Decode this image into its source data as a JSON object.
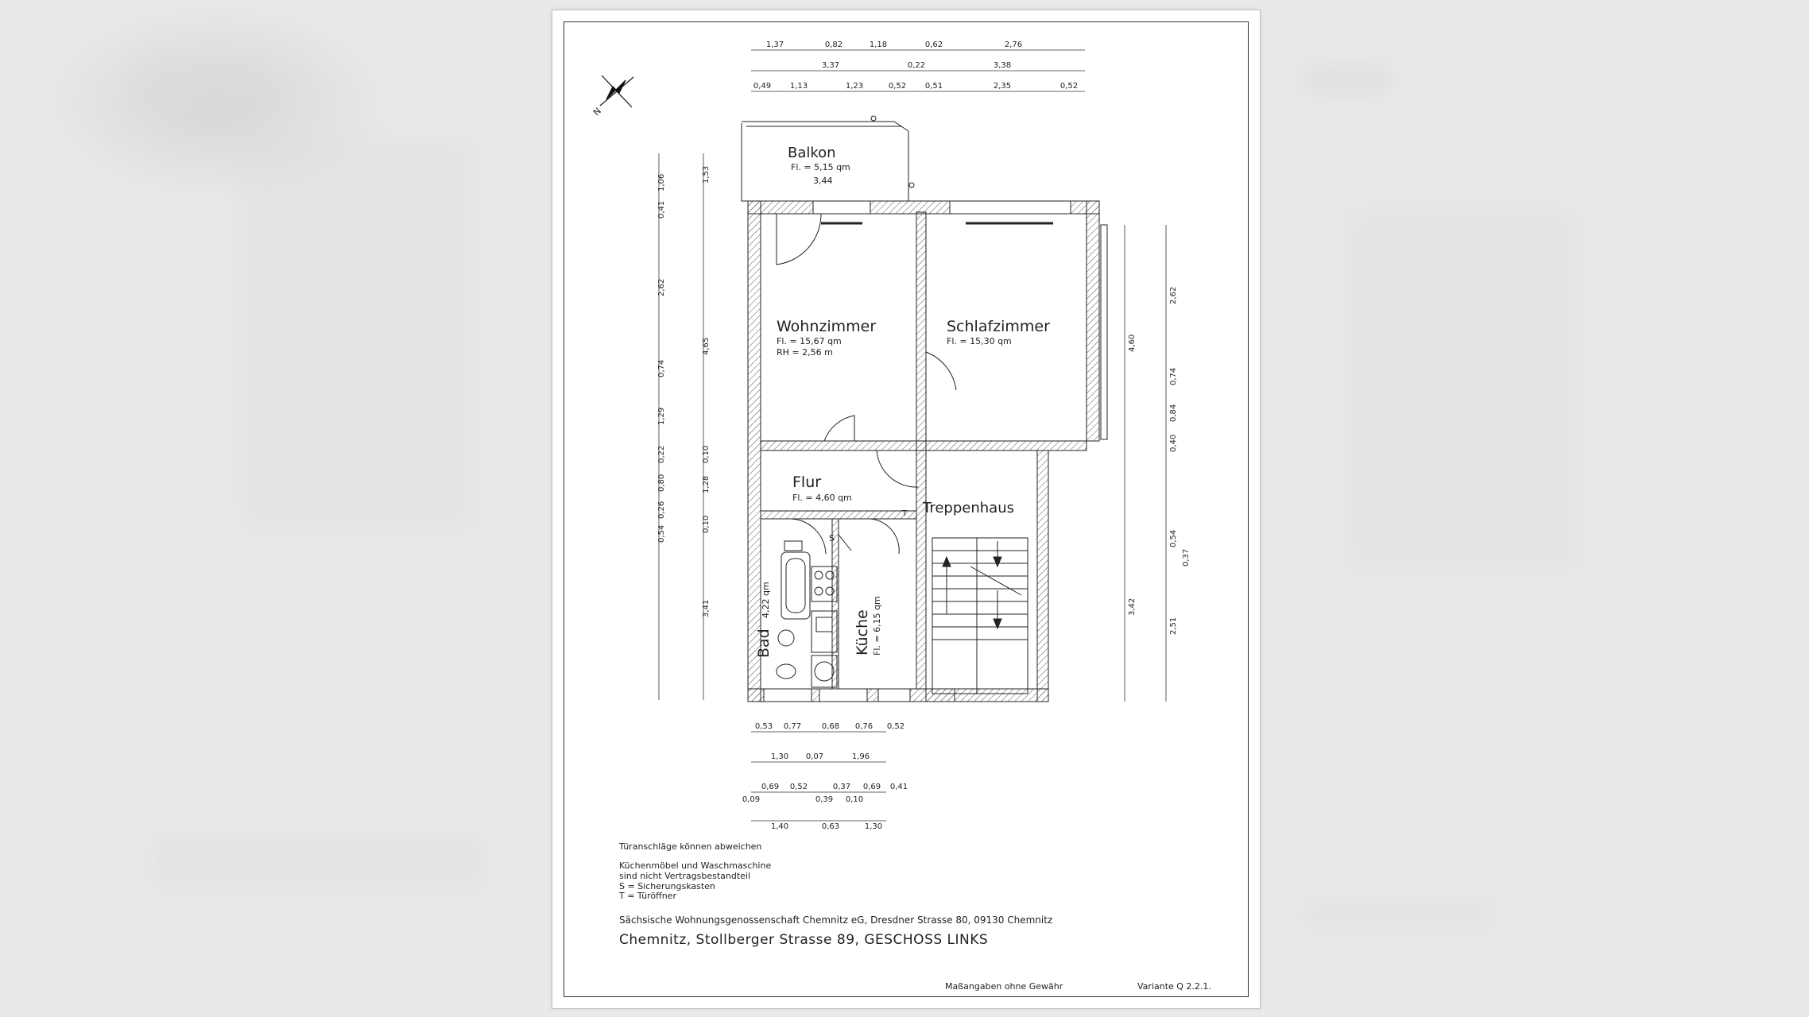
{
  "rooms": {
    "balkon": {
      "name": "Balkon",
      "area": "Fl. = 5,15 qm",
      "width": "3,44"
    },
    "wohnzimmer": {
      "name": "Wohnzimmer",
      "area": "Fl. = 15,67 qm",
      "height": "RH = 2,56 m"
    },
    "schlafzimmer": {
      "name": "Schlafzimmer",
      "area": "Fl. = 15,30 qm"
    },
    "flur": {
      "name": "Flur",
      "area": "Fl. = 4,60 qm"
    },
    "treppenhaus": {
      "name": "Treppenhaus"
    },
    "bad": {
      "name": "Bad",
      "area": "4,22 qm"
    },
    "kueche": {
      "name": "Küche",
      "area": "Fl. = 6,15 qm"
    }
  },
  "markers": {
    "s": "S",
    "t": "T",
    "north": "N"
  },
  "dims_top": {
    "row1": [
      "1,37",
      "0,82",
      "1,18",
      "0,62",
      "2,76"
    ],
    "row2": [
      "3,37",
      "0,22",
      "3,38"
    ],
    "row3": [
      "0,49",
      "1,13",
      "1,23",
      "0,52",
      "0,51",
      "2,35",
      "0,52"
    ]
  },
  "dims_bottom": {
    "row1": [
      "0,53",
      "0,77",
      "0,68",
      "0,76",
      "0,52"
    ],
    "row2": [
      "1,30",
      "0,07",
      "1,96"
    ],
    "row3": [
      "0,69",
      "0,52",
      "0,37",
      "0,69",
      "0,41"
    ],
    "row3b": [
      "0,09",
      "0,39",
      "0,10"
    ],
    "row4": [
      "1,40",
      "0,63",
      "1,30"
    ]
  },
  "dims_left": {
    "outer": [
      "1,06",
      "0,41",
      "2,62",
      "0,74",
      "1,29",
      "0,22",
      "0,80",
      "0,26",
      "0,54"
    ],
    "inner": [
      "1,53",
      "4,65",
      "0,10",
      "1,28",
      "0,10",
      "3,41"
    ]
  },
  "dims_right": {
    "inner": [
      "4,60",
      "3,42"
    ],
    "outer": [
      "2,62",
      "0,74",
      "0,84",
      "0,40",
      "0,54",
      "0,37",
      "2,51"
    ]
  },
  "notes": {
    "doors": "Türanschläge können abweichen",
    "furniture": "Küchenmöbel und Waschmaschine\nsind nicht Vertragsbestandteil",
    "legend_s": "S = Sicherungskasten",
    "legend_t": "T = Türöffner",
    "company": "Sächsische Wohnungsgenossenschaft Chemnitz eG, Dresdner Strasse 80, 09130 Chemnitz",
    "address": "Chemnitz, Stollberger Strasse 89, GESCHOSS LINKS",
    "disclaimer": "Maßangaben ohne Gewähr",
    "variant": "Variante Q 2.2.1."
  }
}
